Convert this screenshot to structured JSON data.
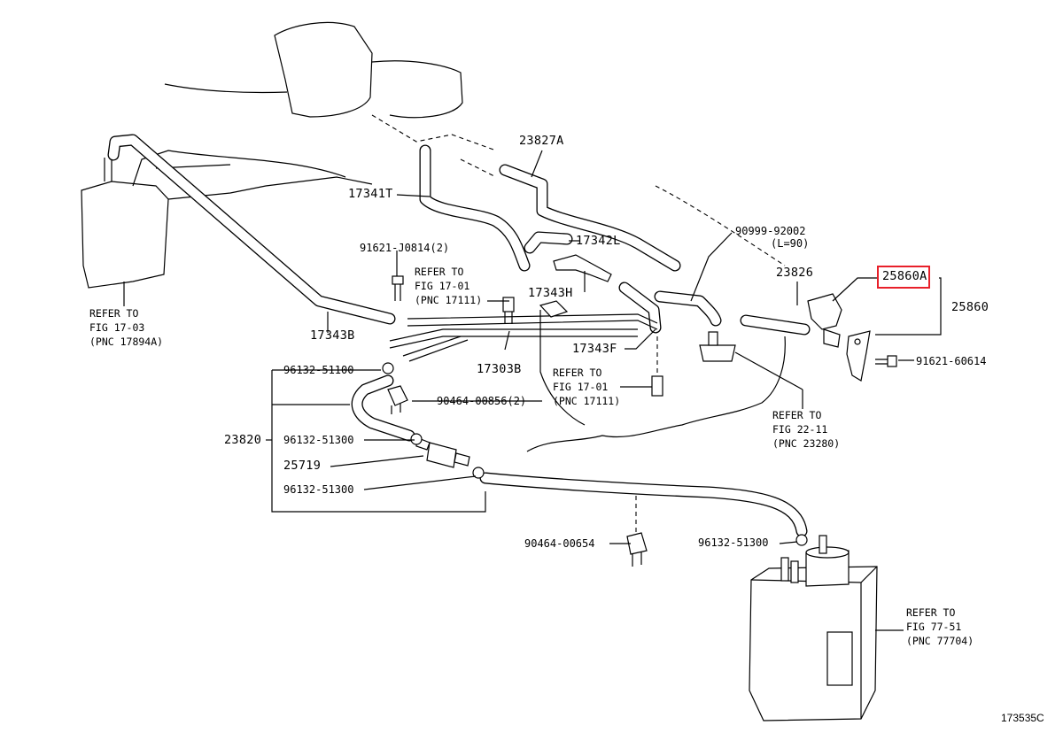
{
  "figure_id": "173535C",
  "highlight_color": "#e8202a",
  "labels": {
    "p23827a": "23827A",
    "p17341t": "17341T",
    "p91621j": "91621-J0814(2)",
    "p17342l": "17342L",
    "p90999": "90999-92002",
    "p90999_note": "(L=90)",
    "p23826": "23826",
    "p25860a": "25860A",
    "p25860": "25860",
    "p17343h": "17343H",
    "p17343b": "17343B",
    "p17303b": "17303B",
    "p17343f": "17343F",
    "p91621_60614": "91621-60614",
    "p96132_51100": "96132-51100",
    "p90464_00856": "90464-00856(2)",
    "p23820": "23820",
    "p96132_51300a": "96132-51300",
    "p25719": "25719",
    "p96132_51300b": "96132-51300",
    "p90464_00654": "90464-00654",
    "p96132_51300c": "96132-51300"
  },
  "references": {
    "ref_17894a": [
      "REFER TO",
      "FIG 17-03",
      "(PNC 17894A)"
    ],
    "ref_17111_top": [
      "REFER TO",
      "FIG 17-01",
      "(PNC 17111)"
    ],
    "ref_17111_mid": [
      "REFER TO",
      "FIG 17-01",
      "(PNC 17111)"
    ],
    "ref_23280": [
      "REFER TO",
      "FIG 22-11",
      "(PNC 23280)"
    ],
    "ref_77704": [
      "REFER TO",
      "FIG 77-51",
      "(PNC 77704)"
    ]
  }
}
